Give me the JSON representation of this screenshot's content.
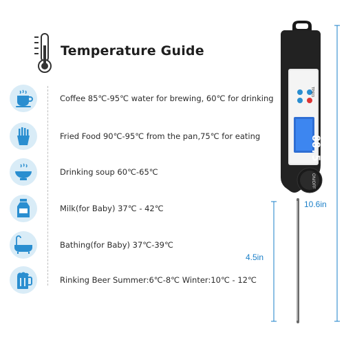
{
  "title": "Temperature Guide",
  "accent_color": "#2a8ed0",
  "icon_bg_color": "#d9ecf7",
  "header_icon": "thermometer-icon",
  "guide_rows": [
    {
      "icon": "coffee-cup-icon",
      "text": "Coffee 85℃-95℃ water for brewing, 60℃ for drinking"
    },
    {
      "icon": "french-fries-icon",
      "text": "Fried Food 90℃-95℃ from the pan,75℃ for eating"
    },
    {
      "icon": "soup-bowl-icon",
      "text": "Drinking soup 60℃-65℃"
    },
    {
      "icon": "milk-bottle-icon",
      "text": "Milk(for Baby) 37℃ - 42℃"
    },
    {
      "icon": "bathtub-icon",
      "text": "Bathing(for Baby) 37℃-39℃"
    },
    {
      "icon": "beer-mug-icon",
      "text": "Rinking Beer Summer:6℃-8℃ Winter:10℃ - 12℃"
    }
  ],
  "product": {
    "display_reading": "88.5",
    "model_label": "TP603",
    "power_button_label": "ON/OFF",
    "total_length_label": "10.6in",
    "probe_length_label": "4.5in"
  }
}
